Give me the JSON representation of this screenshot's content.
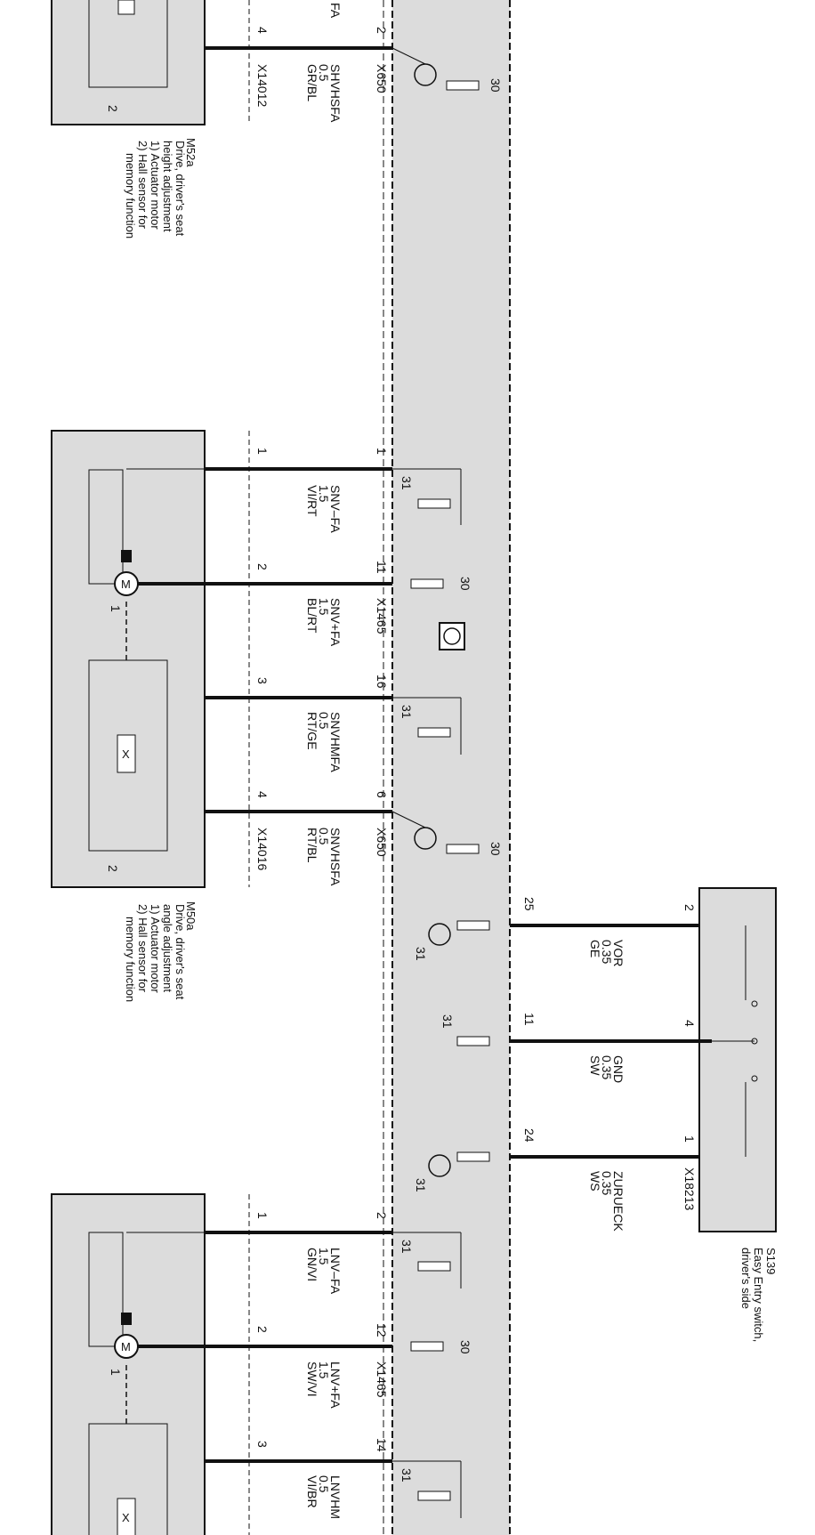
{
  "colors": {
    "module_fill": "#dcdcdc",
    "wire": "#111111",
    "ink": "#111111",
    "paper": "#ffffff"
  },
  "partial_top": {
    "text": "FA"
  },
  "m52a": {
    "id": "M52a",
    "caption_lines": [
      "Drive, driver's seat",
      "height adjustment",
      "1) Actuator motor",
      "2) Hall sensor for",
      "memory function"
    ],
    "internal_marker": "2",
    "wires": [
      {
        "left_pin": "4",
        "right_pin": "2",
        "lines": [
          "SHVHSFA",
          "0.5",
          "GR/BL"
        ],
        "ground": "30"
      }
    ],
    "connector_left": "X14012",
    "connector_right": "X650"
  },
  "m50a": {
    "id": "M50a",
    "caption_lines": [
      "Drive, driver's seat",
      "angle adjustment",
      "1) Actuator motor",
      "2) Hall sensor for",
      "memory function"
    ],
    "motor_marker": "1",
    "hall_marker": "2",
    "wires": [
      {
        "left_pin": "1",
        "right_pin": "1",
        "lines": [
          "SNV–FA",
          "1.5",
          "VI/RT"
        ],
        "ground": "31"
      },
      {
        "left_pin": "2",
        "right_pin": "11",
        "lines": [
          "SNV+FA",
          "1.5",
          "BL/RT"
        ],
        "ground": "30"
      },
      {
        "left_pin": "3",
        "right_pin": "16",
        "lines": [
          "SNVHMFA",
          "0.5",
          "RT/GE"
        ],
        "ground": "31"
      },
      {
        "left_pin": "4",
        "right_pin": "6",
        "lines": [
          "SNVHSFA",
          "0.5",
          "RT/BL"
        ],
        "ground": "30"
      }
    ],
    "connector_left": "X14016",
    "connector_mid": "X1465",
    "connector_right": "X650"
  },
  "s139": {
    "id": "S139",
    "caption_lines": [
      "Easy Entry switch,",
      "driver's side"
    ],
    "connector": "X18213",
    "wires": [
      {
        "module_pin": "25",
        "switch_pin": "2",
        "lines": [
          "VOR",
          "0.35",
          "GE"
        ],
        "ground": "31"
      },
      {
        "module_pin": "11",
        "switch_pin": "4",
        "lines": [
          "GND",
          "0.35",
          "SW"
        ],
        "ground": "31"
      },
      {
        "module_pin": "24",
        "switch_pin": "1",
        "lines": [
          "ZURUECK",
          "0.35",
          "WS"
        ],
        "ground": "31"
      }
    ]
  },
  "lower_motor": {
    "motor_marker": "1",
    "wires": [
      {
        "left_pin": "1",
        "right_pin": "2",
        "lines": [
          "LNV–FA",
          "1.5",
          "GN/VI"
        ],
        "ground": "31"
      },
      {
        "left_pin": "2",
        "right_pin": "12",
        "lines": [
          "LNV+FA",
          "1.5",
          "SW/VI"
        ],
        "ground": "30"
      },
      {
        "left_pin": "3",
        "right_pin": "14",
        "lines": [
          "LNVHM",
          "0.5",
          "VI/BR"
        ],
        "ground": "31"
      }
    ],
    "connector_mid": "X1465"
  },
  "motor_symbol": {
    "letter": "M"
  },
  "hall_symbol": {
    "letter": "X"
  }
}
